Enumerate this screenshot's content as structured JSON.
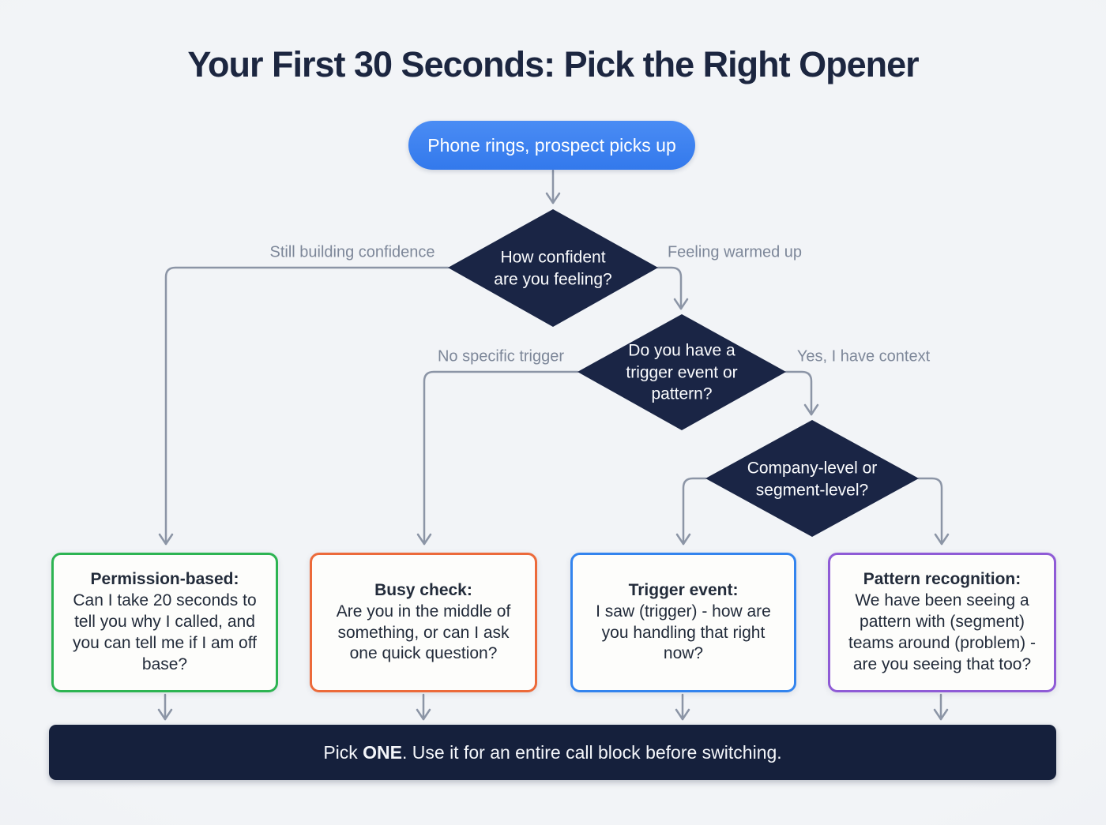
{
  "page": {
    "title": "Your First 30 Seconds: Pick the Right Opener"
  },
  "flow": {
    "start_label": "Phone rings, prospect picks up",
    "decisions": [
      {
        "question": "How confident\nare you feeling?",
        "branch_left": "Still building confidence",
        "branch_right": "Feeling warmed up"
      },
      {
        "question": "Do you have a\ntrigger event or\npattern?",
        "branch_left": "No specific trigger",
        "branch_right": "Yes, I have context"
      },
      {
        "question": "Company-level or\nsegment-level?"
      }
    ],
    "outcomes": [
      {
        "title": "Permission-based:",
        "body": "Can I take 20 seconds to\ntell you why I called, and\nyou can tell me if I am off\nbase?",
        "accent": "#2db452"
      },
      {
        "title": "Busy check:",
        "body": "Are you in the middle of\nsomething, or can I ask\none quick question?",
        "accent": "#ec6a3a"
      },
      {
        "title": "Trigger event:",
        "body": "I saw (trigger) - how are\nyou handling that right\nnow?",
        "accent": "#3384ee"
      },
      {
        "title": "Pattern recognition:",
        "body": "We have been seeing a\npattern with (segment)\nteams around (problem) -\nare you seeing that too?",
        "accent": "#8f5bd6"
      }
    ],
    "footer": {
      "prefix": "Pick ",
      "bold": "ONE",
      "suffix": ". Use it for an entire call block before switching."
    }
  },
  "colors": {
    "background": "#eff1f5",
    "title_navy": "#1c2640",
    "start_blue": "#3c82f0",
    "diamond_navy": "#1a2545",
    "connector_gray": "#8c95a6",
    "label_gray": "#7d8799",
    "banner_navy": "#15203c",
    "card_background": "#fdfdfb"
  }
}
